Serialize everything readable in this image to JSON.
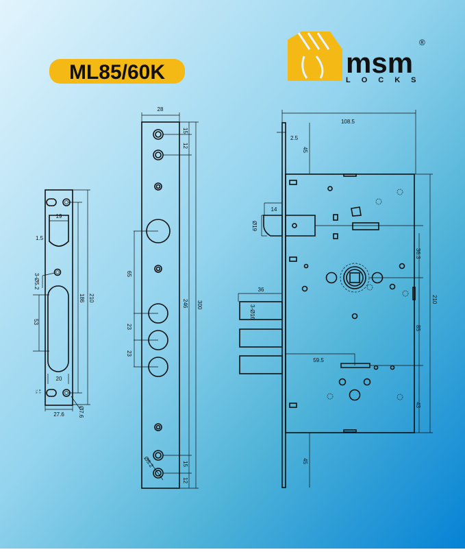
{
  "title": "ML85/60K",
  "logo": {
    "brand": "msm",
    "sub": "LOCKS",
    "registered": "®"
  },
  "colors": {
    "bg_start": "#d4eefc",
    "bg_end": "#0a86d4",
    "badge": "#f5b915",
    "logo": "#f5b915"
  },
  "strike_plate": {
    "dims": {
      "width_cutout": "19",
      "offset": "1.5",
      "holes": "3-Ø5.2",
      "pitch": "186",
      "height": "210",
      "slot": "53",
      "slot_width": "20",
      "width": "27.6",
      "hole_dia": "Ø7.6",
      "small_a": "7.8",
      "small_b": "8.3"
    }
  },
  "faceplate": {
    "dims": {
      "width": "28",
      "top1": "15",
      "top2": "12",
      "hook": "65",
      "bolt1": "23",
      "bolt2": "23",
      "pitch": "246",
      "height": "300",
      "bottom1": "15",
      "bottom2": "12",
      "screw": "Ø5.2"
    }
  },
  "lock_body": {
    "dims": {
      "depth": "108.5",
      "thickness": "2.5",
      "top_ext": "45",
      "latch_ext": "14",
      "latch_dia": "Ø19",
      "latch_to_spindle": "36.3",
      "height": "210",
      "bolt_ext": "36",
      "bolts": "3-Ø16",
      "backset": "59.5",
      "spindle_to_cyl": "85",
      "cyl_to_bottom": "43",
      "bottom_ext": "45"
    }
  }
}
